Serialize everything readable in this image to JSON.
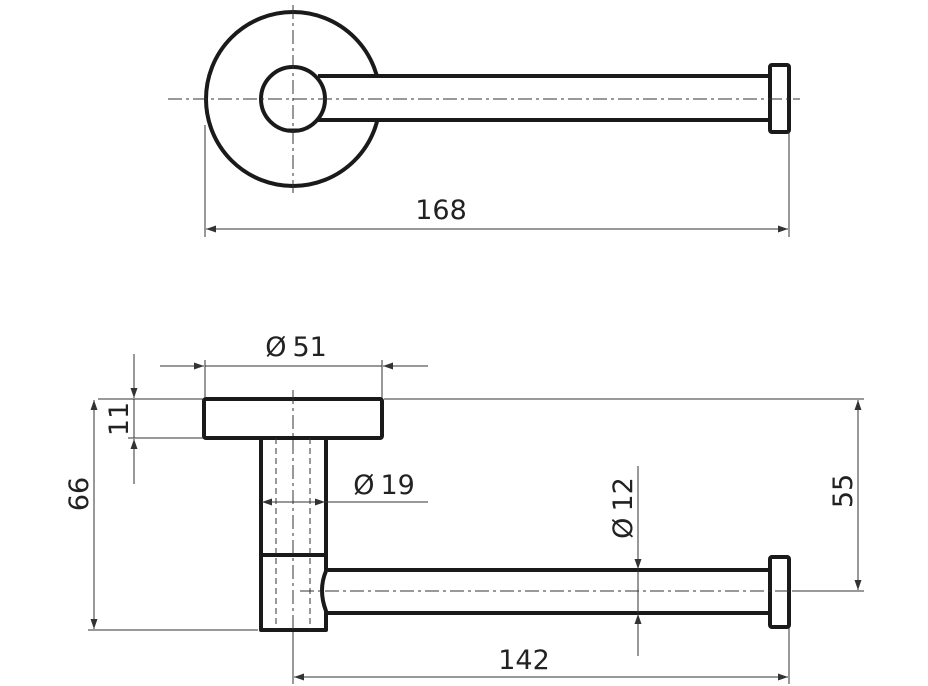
{
  "drawing": {
    "top_view": {
      "dimensions": {
        "overall_length": "168"
      }
    },
    "side_view": {
      "dimensions": {
        "rosette_diameter": "51",
        "rosette_thickness": "11",
        "total_height": "66",
        "post_diameter": "19",
        "rod_diameter": "12",
        "rod_height": "55",
        "rod_length": "142"
      }
    },
    "symbols": {
      "diameter": "Ø"
    },
    "colors": {
      "line": "#1a1a1a",
      "dimension": "#333333",
      "background": "#ffffff"
    }
  }
}
